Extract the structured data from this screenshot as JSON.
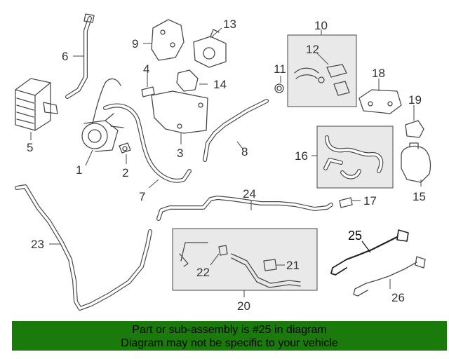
{
  "diagram": {
    "callouts": {
      "c1": "1",
      "c2": "2",
      "c3": "3",
      "c4": "4",
      "c5": "5",
      "c6": "6",
      "c7": "7",
      "c8": "8",
      "c9": "9",
      "c10": "10",
      "c11": "11",
      "c12": "12",
      "c13": "13",
      "c14": "14",
      "c15": "15",
      "c16": "16",
      "c17": "17",
      "c18": "18",
      "c19": "19",
      "c20": "20",
      "c21": "21",
      "c22": "22",
      "c23": "23",
      "c24": "24",
      "c25": "25",
      "c26": "26"
    },
    "highlighted_part": "25"
  },
  "banner": {
    "line1": "Part or sub-assembly is #25 in diagram",
    "line2": "Diagram may not be specific to your vehicle",
    "background": "#1a7a0b"
  }
}
